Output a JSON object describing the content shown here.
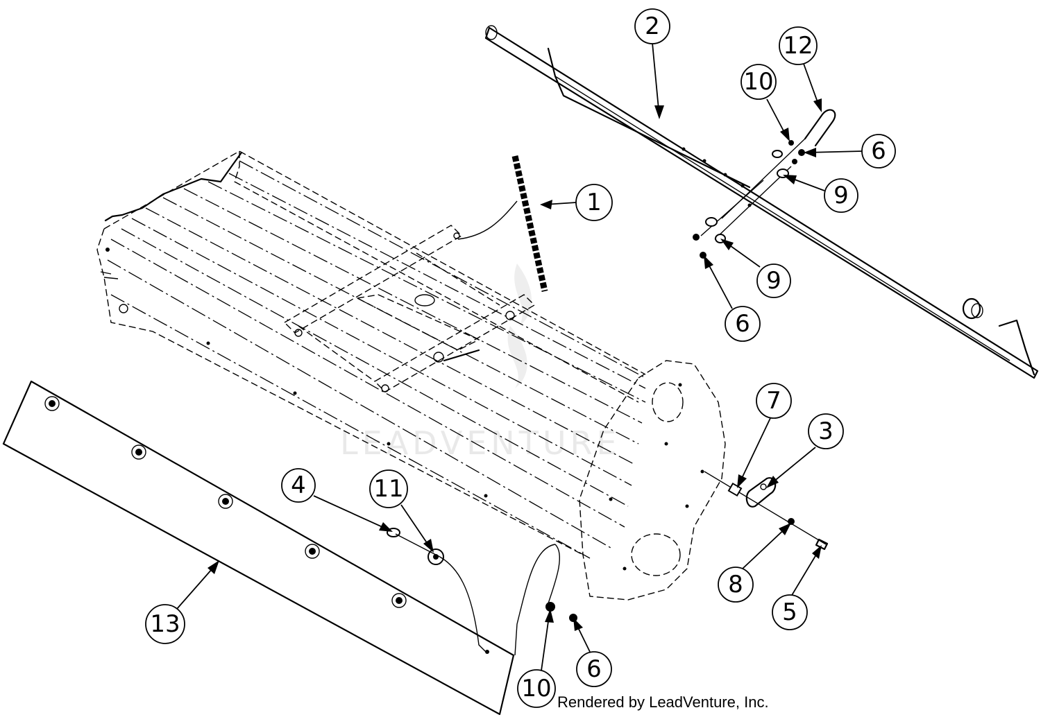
{
  "callouts": [
    {
      "id": "c1",
      "label": "1"
    },
    {
      "id": "c2",
      "label": "2"
    },
    {
      "id": "c3",
      "label": "3"
    },
    {
      "id": "c4",
      "label": "4"
    },
    {
      "id": "c5",
      "label": "5"
    },
    {
      "id": "c6a",
      "label": "6"
    },
    {
      "id": "c6b",
      "label": "6"
    },
    {
      "id": "c6c",
      "label": "6"
    },
    {
      "id": "c7",
      "label": "7"
    },
    {
      "id": "c8",
      "label": "8"
    },
    {
      "id": "c9a",
      "label": "9"
    },
    {
      "id": "c9b",
      "label": "9"
    },
    {
      "id": "c10a",
      "label": "10"
    },
    {
      "id": "c10b",
      "label": "10"
    },
    {
      "id": "c11",
      "label": "11"
    },
    {
      "id": "c12",
      "label": "12"
    },
    {
      "id": "c13",
      "label": "13"
    }
  ],
  "watermark": "LEADVENTURE",
  "credit": "Rendered by LeadVenture, Inc."
}
